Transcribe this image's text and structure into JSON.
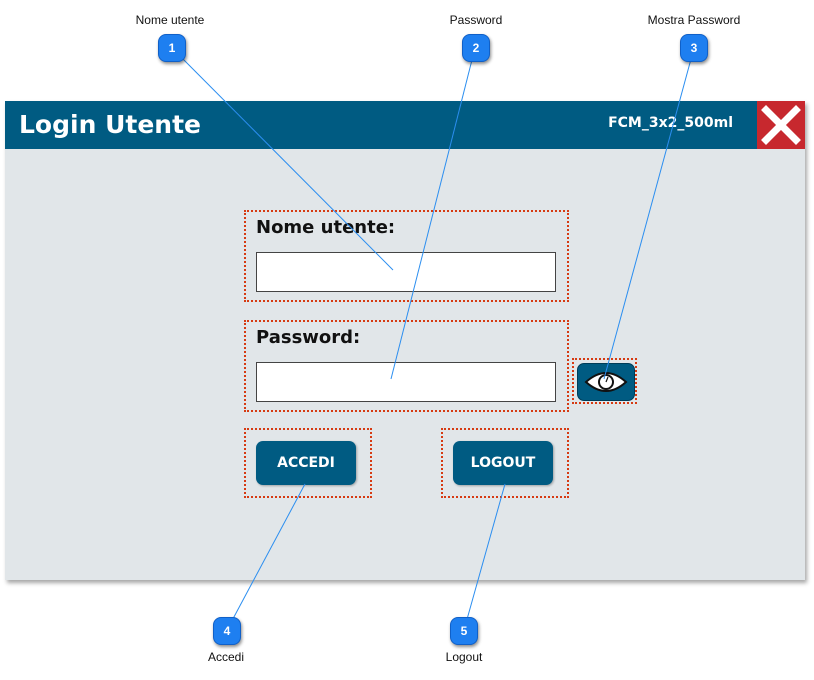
{
  "callouts": [
    {
      "number": "1",
      "label": "Nome utente"
    },
    {
      "number": "2",
      "label": "Password"
    },
    {
      "number": "3",
      "label": "Mostra Password"
    },
    {
      "number": "4",
      "label": "Accedi"
    },
    {
      "number": "5",
      "label": "Logout"
    }
  ],
  "window": {
    "title": "Login Utente",
    "machine_name": "FCM_3x2_500ml"
  },
  "form": {
    "username_label": "Nome utente:",
    "username_value": "",
    "password_label": "Password:",
    "password_value": ""
  },
  "buttons": {
    "login_label": "ACCEDI",
    "logout_label": "LOGOUT"
  },
  "colors": {
    "primary": "#005b82",
    "window_background": "#e1e6e9",
    "close_button": "#c7282e",
    "callout_badge": "#1e7ff0",
    "highlight_border": "#d63a12"
  },
  "icons": {
    "close": "close-icon",
    "show_password": "eye-icon"
  }
}
